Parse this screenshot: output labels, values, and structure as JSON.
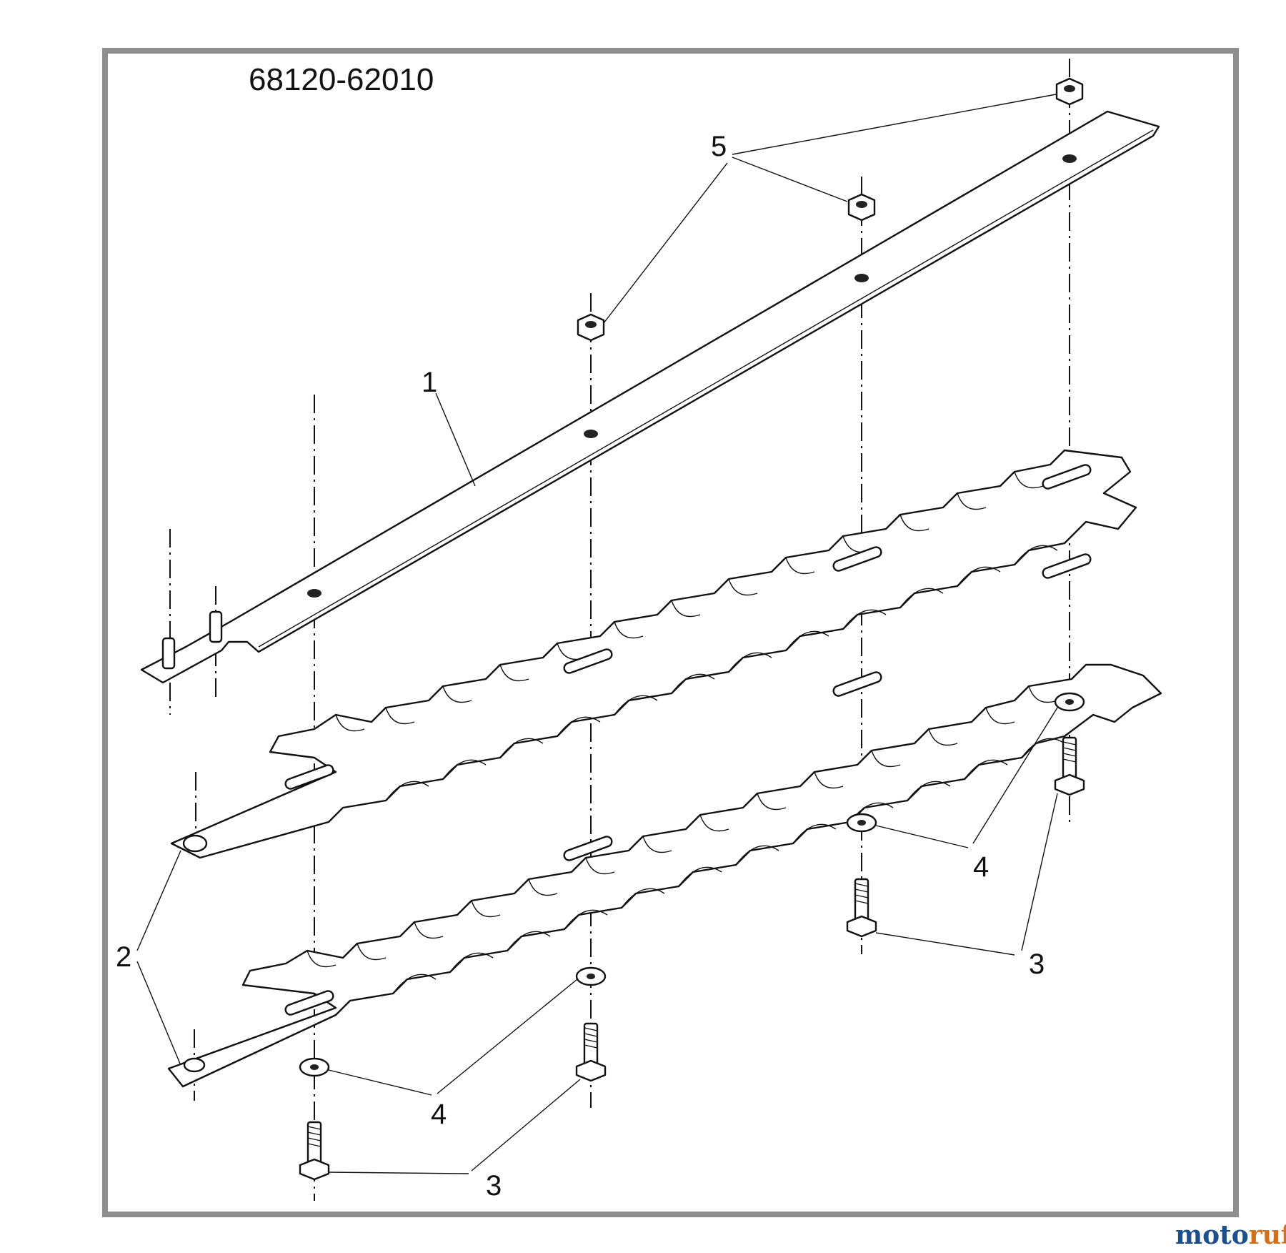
{
  "diagram": {
    "part_number": "68120-62010",
    "callouts": [
      "1",
      "2",
      "3",
      "4",
      "5"
    ]
  },
  "branding": {
    "logo": "motoruf.de"
  },
  "colors": {
    "frame": "#8e8e8e",
    "line": "#111111",
    "logo_primary": "#1d4f8c",
    "logo_accent": "#d4701c"
  }
}
